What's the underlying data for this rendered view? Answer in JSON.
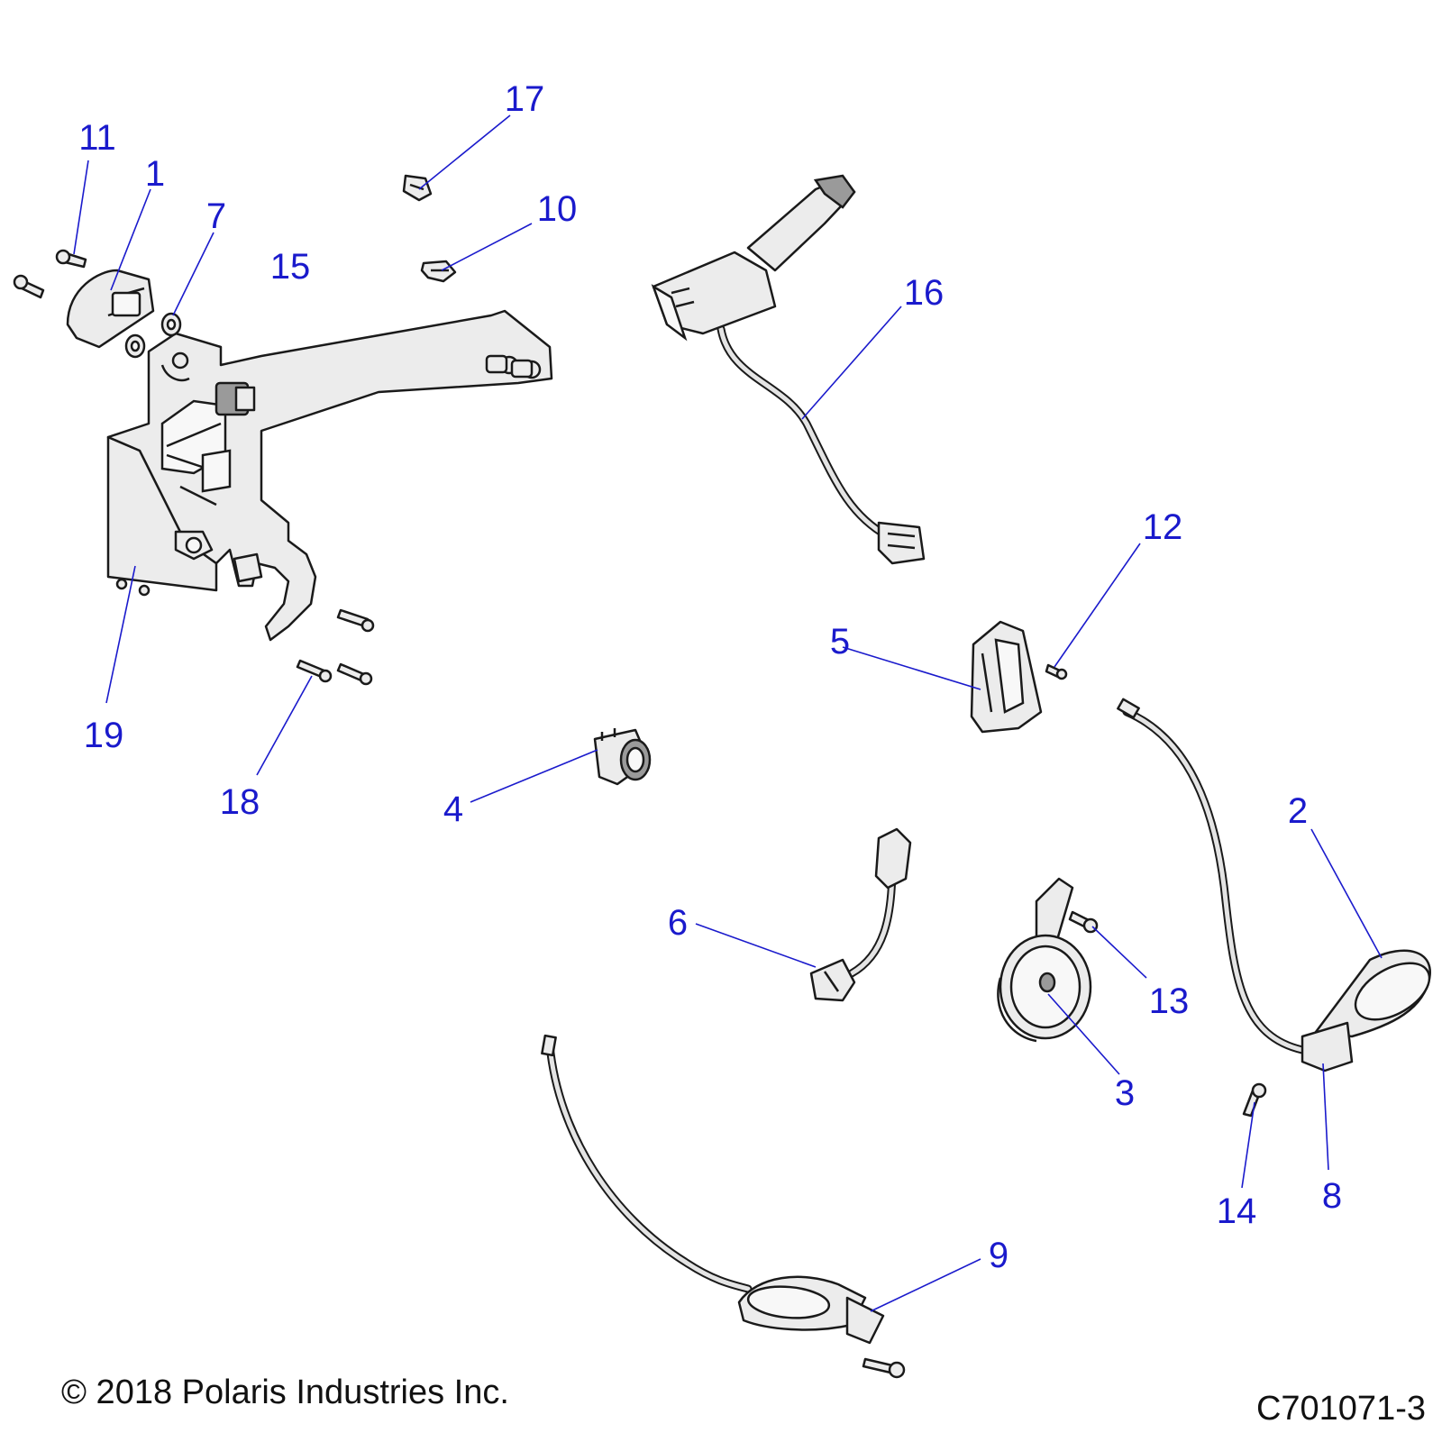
{
  "callouts": [
    "11",
    "1",
    "7",
    "15",
    "17",
    "10",
    "16",
    "19",
    "18",
    "12",
    "5",
    "4",
    "2",
    "6",
    "13",
    "3",
    "14",
    "8",
    "9"
  ],
  "footer": {
    "copyright": "© 2018 Polaris Industries Inc.",
    "drawing_number": "C701071-3"
  },
  "colors": {
    "callout_text": "#1a1acc",
    "leader_line": "#1a1acc",
    "line_art": "#1a1a1a",
    "part_fill": "#ececec"
  }
}
